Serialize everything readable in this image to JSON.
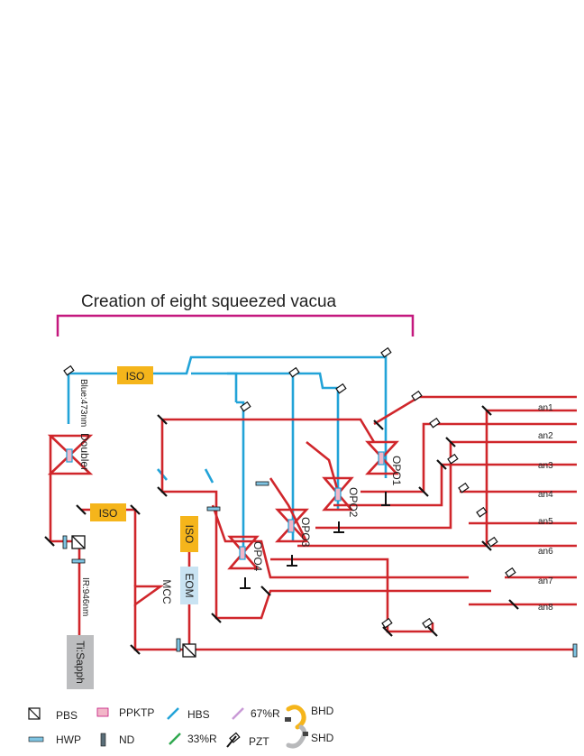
{
  "title": "Creation of eight squeezed vacua",
  "labels": {
    "iso1": "ISO",
    "iso2": "ISO",
    "iso3": "ISO",
    "eom": "EOM",
    "mcc": "MCC",
    "doubler": "Doubler",
    "blue_wavelength": "Blue:473nm",
    "ir_wavelength": "IR:946nm",
    "laser": "Ti:Sapph",
    "opo1": "OPO1",
    "opo2": "OPO2",
    "opo3": "OPO3",
    "opo4": "OPO4"
  },
  "outputs": [
    "an1",
    "an2",
    "an3",
    "an4",
    "an5",
    "an6",
    "an7",
    "an8"
  ],
  "legend": {
    "pbs": "PBS",
    "hwp": "HWP",
    "ppktp": "PPKTP",
    "nd": "ND",
    "hbs": "HBS",
    "r33": "33%R",
    "r67": "67%R",
    "pzt": "PZT",
    "bhd": "BHD",
    "shd": "SHD"
  },
  "colors": {
    "ir_beam": "#d0262b",
    "blue_beam": "#22a3d8",
    "bracket": "#c4187e",
    "iso_box": "#f5b51b",
    "eom_box": "#c9e3f2",
    "laser_box": "#bcbdbf",
    "ppktp": "#f2b6c8",
    "hwp": "#7fc4e2",
    "r33": "#2fa84f",
    "r67": "#c99ad6"
  }
}
